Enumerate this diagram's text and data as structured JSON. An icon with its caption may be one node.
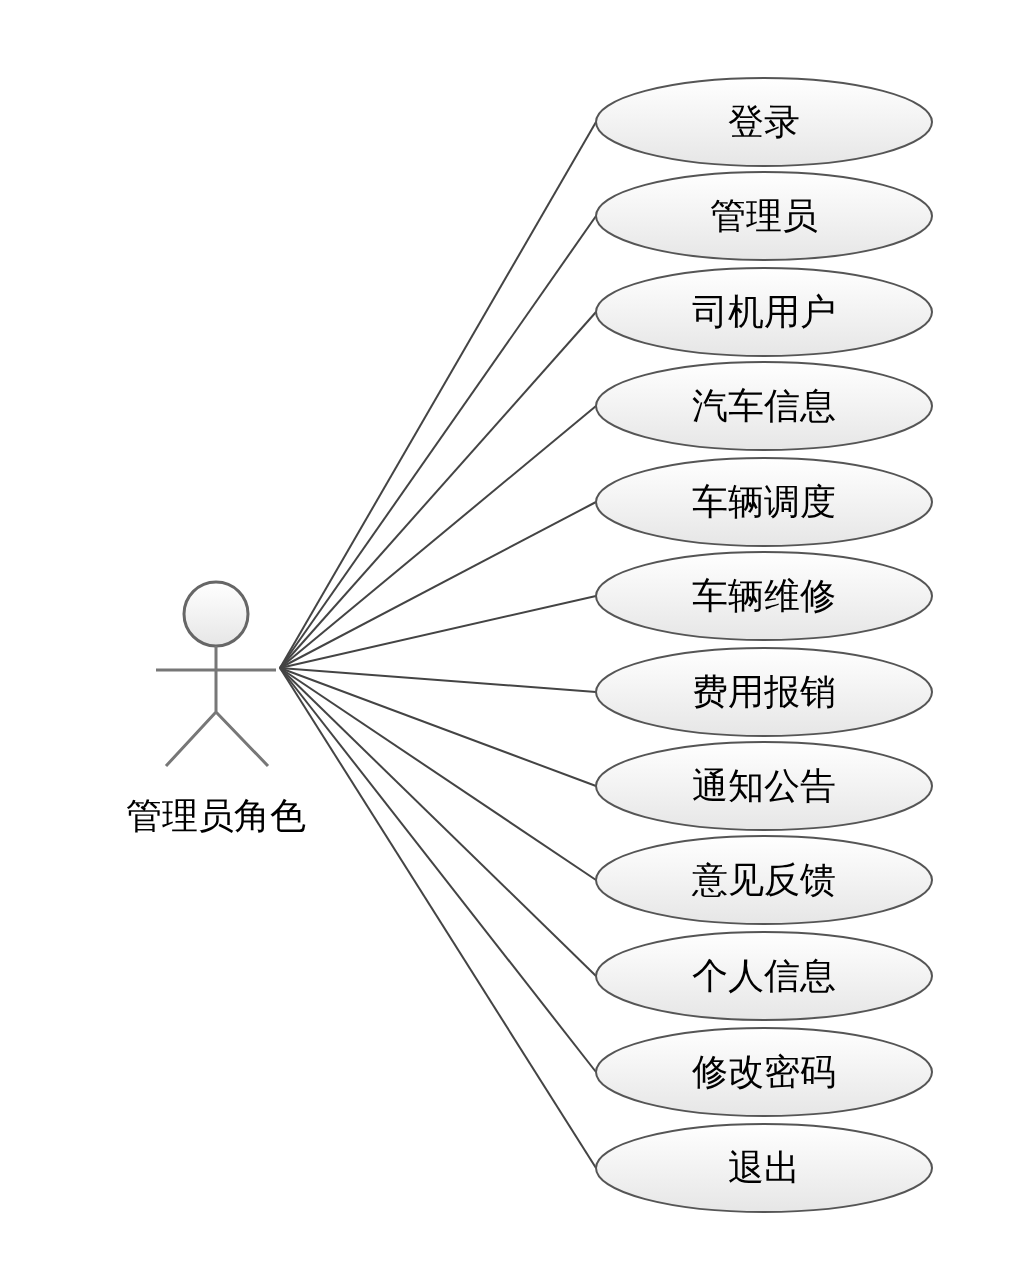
{
  "diagram": {
    "nodes": [
      {
        "text": [
          "管理员角色"
        ]
      },
      {
        "text": [
          "登录"
        ]
      },
      {
        "text": [
          "管理员"
        ]
      },
      {
        "text": [
          "司机用户"
        ]
      },
      {
        "text": [
          "汽车信息"
        ]
      },
      {
        "text": [
          "车辆调度"
        ]
      },
      {
        "text": [
          "车辆维修"
        ]
      },
      {
        "text": [
          "费用报销"
        ]
      },
      {
        "text": [
          "通知公告"
        ]
      },
      {
        "text": [
          "意见反馈"
        ]
      },
      {
        "text": [
          "个人信息"
        ]
      },
      {
        "text": [
          "修改密码"
        ]
      },
      {
        "text": [
          "退出"
        ]
      }
    ],
    "edges": [
      {
        "from": 0,
        "to": 1,
        "arrow": "none"
      },
      {
        "from": 0,
        "to": 2,
        "arrow": "none"
      },
      {
        "from": 0,
        "to": 3,
        "arrow": "none"
      },
      {
        "from": 0,
        "to": 4,
        "arrow": "none"
      },
      {
        "from": 0,
        "to": 5,
        "arrow": "none"
      },
      {
        "from": 0,
        "to": 6,
        "arrow": "none"
      },
      {
        "from": 0,
        "to": 7,
        "arrow": "none"
      },
      {
        "from": 0,
        "to": 8,
        "arrow": "none"
      },
      {
        "from": 0,
        "to": 9,
        "arrow": "none"
      },
      {
        "from": 0,
        "to": 10,
        "arrow": "none"
      },
      {
        "from": 0,
        "to": 11,
        "arrow": "none"
      },
      {
        "from": 0,
        "to": 12,
        "arrow": "none"
      }
    ]
  }
}
